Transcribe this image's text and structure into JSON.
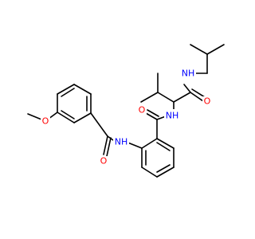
{
  "labels": {
    "o_methoxy": "O",
    "o_amide1": "O",
    "nh_amide1": "NH",
    "o_amide2": "O",
    "nh_amide2": "NH",
    "o_amide3": "O",
    "nh_amide3": "NH"
  },
  "colors": {
    "oxygen": "#ff0000",
    "nitrogen": "#0000ff",
    "bond": "#000000"
  }
}
